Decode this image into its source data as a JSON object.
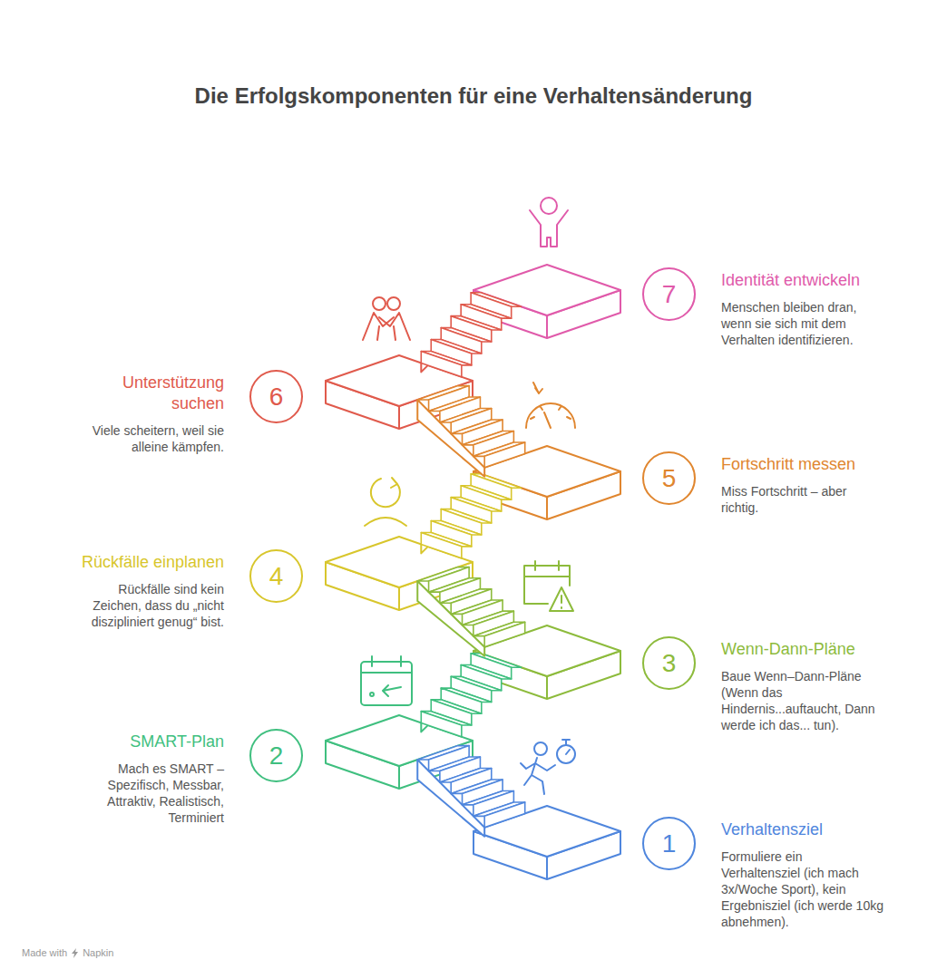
{
  "diagram": {
    "title": "Die Erfolgskomponenten für eine Verhaltensänderung",
    "nodes": [
      {
        "text": [
          "1",
          "Verhaltensziel",
          "Formuliere ein Verhaltensziel (ich mach 3x/Woche Sport), kein Ergebnisziel (ich werde 10kg abnehmen)."
        ]
      },
      {
        "text": [
          "2",
          "SMART-Plan",
          "Mach es SMART – Spezifisch, Messbar, Attraktiv, Realistisch, Terminiert"
        ]
      },
      {
        "text": [
          "3",
          "Wenn-Dann-Pläne",
          "Baue Wenn–Dann-Pläne (Wenn das Hindernis...auftaucht, Dann werde ich das... tun)."
        ]
      },
      {
        "text": [
          "4",
          "Rückfälle einplanen",
          "Rückfälle sind kein Zeichen, dass du „nicht diszipliniert genug“ bist."
        ]
      },
      {
        "text": [
          "5",
          "Fortschritt messen",
          "Miss Fortschritt – aber richtig."
        ]
      },
      {
        "text": [
          "6",
          "Unterstützung suchen",
          "Viele scheitern, weil sie alleine kämpfen."
        ]
      },
      {
        "text": [
          "7",
          "Identität entwickeln",
          "Menschen bleiben dran, wenn sie sich mit dem Verhalten identifizieren."
        ]
      }
    ],
    "labels": [
      "Made with",
      "Napkin"
    ]
  }
}
